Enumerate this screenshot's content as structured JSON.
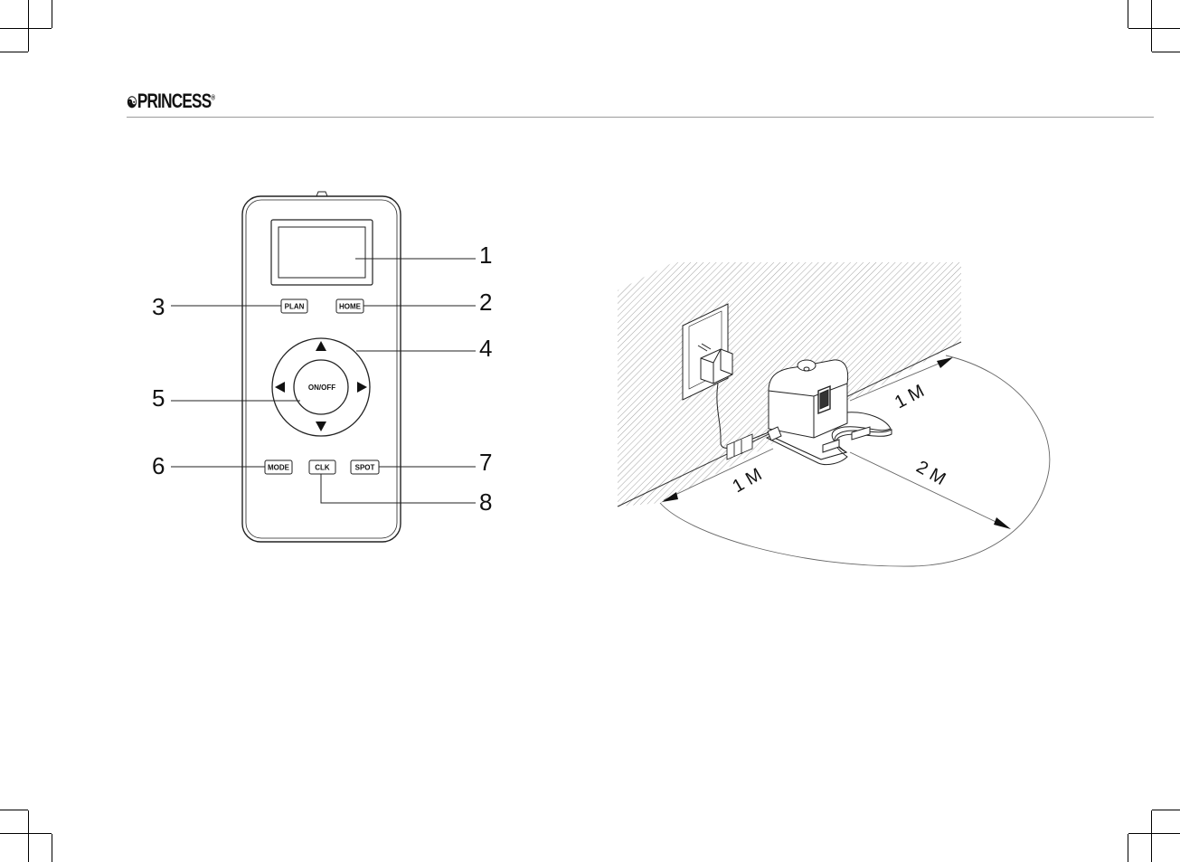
{
  "brand": {
    "name": "PRINCESS",
    "mark": "®"
  },
  "remote": {
    "buttons": {
      "plan": "PLAN",
      "home": "HOME",
      "on_off": "ON/OFF",
      "mode": "MODE",
      "clk": "CLK",
      "spot": "SPOT"
    },
    "callouts": [
      "1",
      "2",
      "3",
      "4",
      "5",
      "6",
      "7",
      "8"
    ]
  },
  "placement": {
    "dimensions": {
      "side_right": "1 M",
      "side_left": "1 M",
      "front": "2 M"
    }
  }
}
